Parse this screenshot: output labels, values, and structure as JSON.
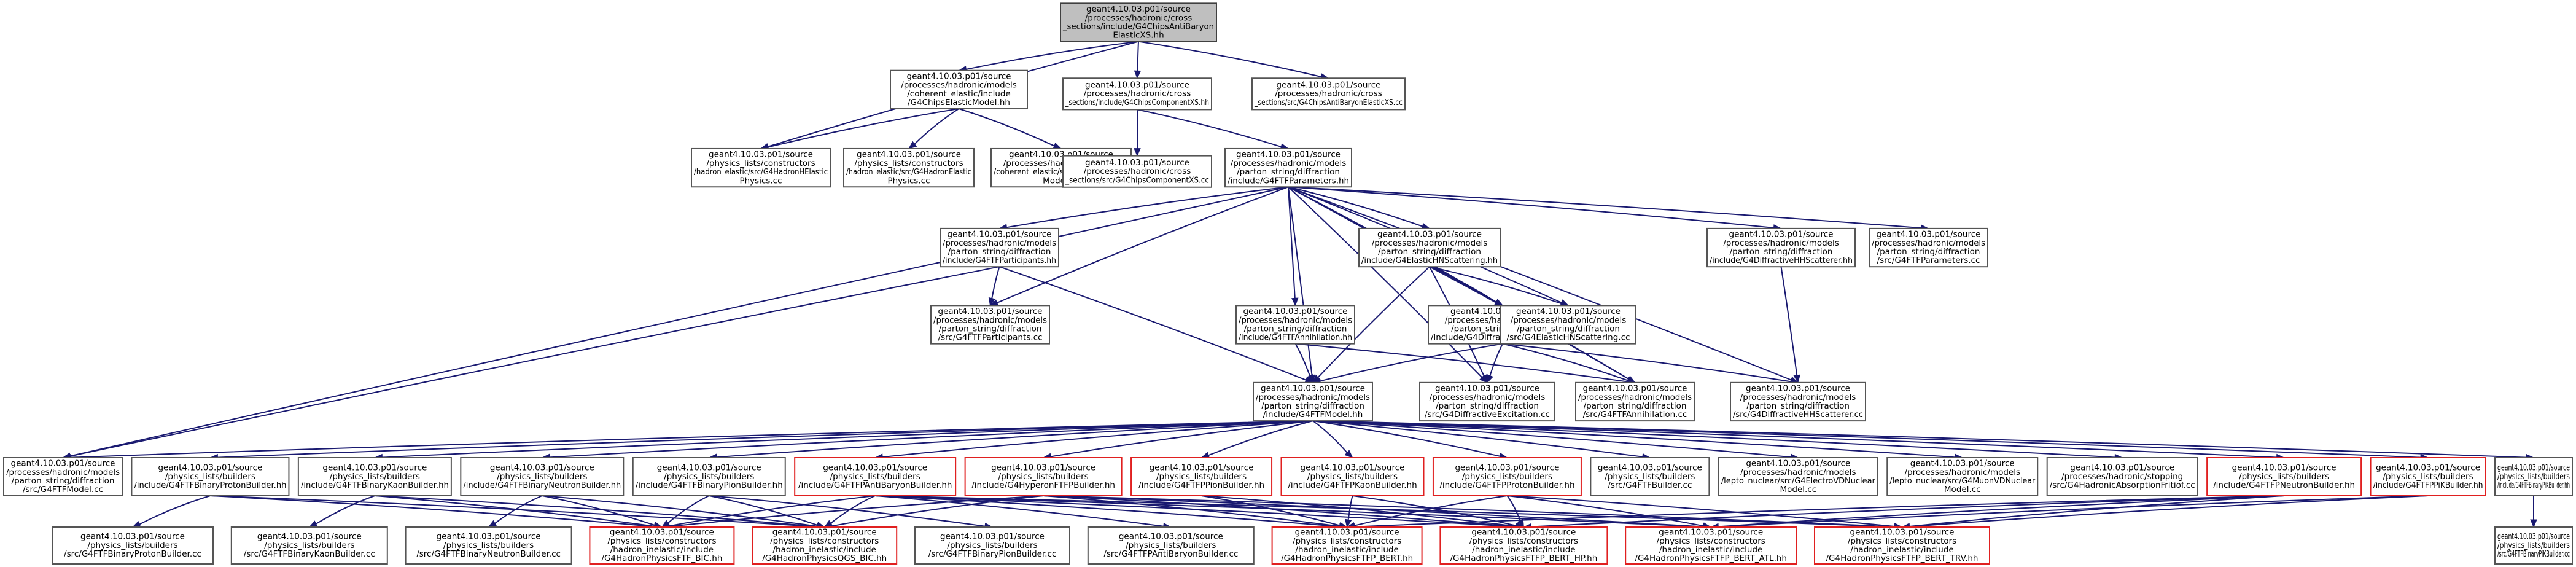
{
  "graph": {
    "nodes": [
      {
        "id": "root",
        "lines": [
          "geant4.10.03.p01/source",
          "/processes/hadronic/cross",
          "_sections/include/G4ChipsAntiBaryon",
          "ElasticXS.hh"
        ],
        "root": true
      },
      {
        "id": "chipsElasticModel_hh",
        "lines": [
          "geant4.10.03.p01/source",
          "/processes/hadronic/models",
          "/coherent_elastic/include",
          "/G4ChipsElasticModel.hh"
        ]
      },
      {
        "id": "chipsComponentXS_hh",
        "lines": [
          "geant4.10.03.p01/source",
          "/processes/hadronic/cross",
          "_sections/include/G4ChipsComponentXS.hh"
        ]
      },
      {
        "id": "chipsAntiBaryonXS_cc",
        "lines": [
          "geant4.10.03.p01/source",
          "/processes/hadronic/cross",
          "_sections/src/G4ChipsAntiBaryonElasticXS.cc"
        ]
      },
      {
        "id": "hadronHElasticPhysics_cc",
        "lines": [
          "geant4.10.03.p01/source",
          "/physics_lists/constructors",
          "/hadron_elastic/src/G4HadronHElastic",
          "Physics.cc"
        ]
      },
      {
        "id": "hadronElasticPhysics_cc",
        "lines": [
          "geant4.10.03.p01/source",
          "/physics_lists/constructors",
          "/hadron_elastic/src/G4HadronElastic",
          "Physics.cc"
        ]
      },
      {
        "id": "chipsElasticModel_cc",
        "lines": [
          "geant4.10.03.p01/source",
          "/processes/hadronic/models",
          "/coherent_elastic/src/G4ChipsElastic",
          "Model.cc"
        ]
      },
      {
        "id": "chipsComponentXS_cc",
        "lines": [
          "geant4.10.03.p01/source",
          "/processes/hadronic/cross",
          "_sections/src/G4ChipsComponentXS.cc"
        ]
      },
      {
        "id": "ftfParameters_hh",
        "lines": [
          "geant4.10.03.p01/source",
          "/processes/hadronic/models",
          "/parton_string/diffraction",
          "/include/G4FTFParameters.hh"
        ]
      },
      {
        "id": "ftfParticipants_hh",
        "lines": [
          "geant4.10.03.p01/source",
          "/processes/hadronic/models",
          "/parton_string/diffraction",
          "/include/G4FTFParticipants.hh"
        ]
      },
      {
        "id": "elasticHNScattering_hh",
        "lines": [
          "geant4.10.03.p01/source",
          "/processes/hadronic/models",
          "/parton_string/diffraction",
          "/include/G4ElasticHNScattering.hh"
        ]
      },
      {
        "id": "diffractiveHHScatterer_hh",
        "lines": [
          "geant4.10.03.p01/source",
          "/processes/hadronic/models",
          "/parton_string/diffraction",
          "/include/G4DiffractiveHHScatterer.hh"
        ]
      },
      {
        "id": "ftfParameters_cc",
        "lines": [
          "geant4.10.03.p01/source",
          "/processes/hadronic/models",
          "/parton_string/diffraction",
          "/src/G4FTFParameters.cc"
        ]
      },
      {
        "id": "ftfParticipants_cc",
        "lines": [
          "geant4.10.03.p01/source",
          "/processes/hadronic/models",
          "/parton_string/diffraction",
          "/src/G4FTFParticipants.cc"
        ]
      },
      {
        "id": "ftfAnnihilation_hh",
        "lines": [
          "geant4.10.03.p01/source",
          "/processes/hadronic/models",
          "/parton_string/diffraction",
          "/include/G4FTFAnnihilation.hh"
        ]
      },
      {
        "id": "diffractiveExcitation_hh",
        "lines": [
          "geant4.10.03.p01/source",
          "/processes/hadronic/models",
          "/parton_string/diffraction",
          "/include/G4DiffractiveExcitation.hh"
        ]
      },
      {
        "id": "elasticHNScattering_cc",
        "lines": [
          "geant4.10.03.p01/source",
          "/processes/hadronic/models",
          "/parton_string/diffraction",
          "/src/G4ElasticHNScattering.cc"
        ]
      },
      {
        "id": "ftfModel_hh",
        "lines": [
          "geant4.10.03.p01/source",
          "/processes/hadronic/models",
          "/parton_string/diffraction",
          "/include/G4FTFModel.hh"
        ]
      },
      {
        "id": "diffractiveExcitation_cc",
        "lines": [
          "geant4.10.03.p01/source",
          "/processes/hadronic/models",
          "/parton_string/diffraction",
          "/src/G4DiffractiveExcitation.cc"
        ]
      },
      {
        "id": "ftfAnnihilation_cc",
        "lines": [
          "geant4.10.03.p01/source",
          "/processes/hadronic/models",
          "/parton_string/diffraction",
          "/src/G4FTFAnnihilation.cc"
        ]
      },
      {
        "id": "diffractiveHHScatterer_cc",
        "lines": [
          "geant4.10.03.p01/source",
          "/processes/hadronic/models",
          "/parton_string/diffraction",
          "/src/G4DiffractiveHHScatterer.cc"
        ]
      },
      {
        "id": "ftfModel_cc",
        "lines": [
          "geant4.10.03.p01/source",
          "/processes/hadronic/models",
          "/parton_string/diffraction",
          "/src/G4FTFModel.cc"
        ]
      },
      {
        "id": "ftfBinaryProtonBuilder_hh",
        "lines": [
          "geant4.10.03.p01/source",
          "/physics_lists/builders",
          "/include/G4FTFBinaryProtonBuilder.hh"
        ]
      },
      {
        "id": "ftfBinaryKaonBuilder_hh",
        "lines": [
          "geant4.10.03.p01/source",
          "/physics_lists/builders",
          "/include/G4FTFBinaryKaonBuilder.hh"
        ]
      },
      {
        "id": "ftfBinaryNeutronBuilder_hh",
        "lines": [
          "geant4.10.03.p01/source",
          "/physics_lists/builders",
          "/include/G4FTFBinaryNeutronBuilder.hh"
        ]
      },
      {
        "id": "ftfBinaryPionBuilder_hh",
        "lines": [
          "geant4.10.03.p01/source",
          "/physics_lists/builders",
          "/include/G4FTFBinaryPionBuilder.hh"
        ]
      },
      {
        "id": "ftfpAntiBaryonBuilder_hh",
        "lines": [
          "geant4.10.03.p01/source",
          "/physics_lists/builders",
          "/include/G4FTFPAntiBaryonBuilder.hh"
        ],
        "red": true
      },
      {
        "id": "hyperonFTFPBuilder_hh",
        "lines": [
          "geant4.10.03.p01/source",
          "/physics_lists/builders",
          "/include/G4HyperonFTFPBuilder.hh"
        ],
        "red": true
      },
      {
        "id": "ftfpPionBuilder_hh",
        "lines": [
          "geant4.10.03.p01/source",
          "/physics_lists/builders",
          "/include/G4FTFPPionBuilder.hh"
        ],
        "red": true
      },
      {
        "id": "ftfpKaonBuilder_hh",
        "lines": [
          "geant4.10.03.p01/source",
          "/physics_lists/builders",
          "/include/G4FTFPKaonBuilder.hh"
        ],
        "red": true
      },
      {
        "id": "ftfpProtonBuilder_hh",
        "lines": [
          "geant4.10.03.p01/source",
          "/physics_lists/builders",
          "/include/G4FTFPProtonBuilder.hh"
        ],
        "red": true
      },
      {
        "id": "ftfBuilder_cc",
        "lines": [
          "geant4.10.03.p01/source",
          "/physics_lists/builders",
          "/src/G4FTFBuilder.cc"
        ]
      },
      {
        "id": "electroVDNuclearModel_cc",
        "lines": [
          "geant4.10.03.p01/source",
          "/processes/hadronic/models",
          "/lepto_nuclear/src/G4ElectroVDNuclear",
          "Model.cc"
        ]
      },
      {
        "id": "muonVDNuclearModel_cc",
        "lines": [
          "geant4.10.03.p01/source",
          "/processes/hadronic/models",
          "/lepto_nuclear/src/G4MuonVDNuclear",
          "Model.cc"
        ]
      },
      {
        "id": "hadronicAbsorptionFritiof_cc",
        "lines": [
          "geant4.10.03.p01/source",
          "/processes/hadronic/stopping",
          "/src/G4HadronicAbsorptionFritiof.cc"
        ]
      },
      {
        "id": "ftfpNeutronBuilder_hh",
        "lines": [
          "geant4.10.03.p01/source",
          "/physics_lists/builders",
          "/include/G4FTFPNeutronBuilder.hh"
        ],
        "red": true
      },
      {
        "id": "ftfpPiKBuilder_hh",
        "lines": [
          "geant4.10.03.p01/source",
          "/physics_lists/builders",
          "/include/G4FTFPPiKBuilder.hh"
        ],
        "red": true
      },
      {
        "id": "ftfBinaryPiKBuilder_hh",
        "lines": [
          "geant4.10.03.p01/source",
          "/physics_lists/builders",
          "/include/G4FTFBinaryPiKBuilder.hh"
        ]
      },
      {
        "id": "ftfBinaryProtonBuilder_cc",
        "lines": [
          "geant4.10.03.p01/source",
          "/physics_lists/builders",
          "/src/G4FTFBinaryProtonBuilder.cc"
        ]
      },
      {
        "id": "ftfBinaryKaonBuilder_cc",
        "lines": [
          "geant4.10.03.p01/source",
          "/physics_lists/builders",
          "/src/G4FTFBinaryKaonBuilder.cc"
        ]
      },
      {
        "id": "ftfBinaryNeutronBuilder_cc",
        "lines": [
          "geant4.10.03.p01/source",
          "/physics_lists/builders",
          "/src/G4FTFBinaryNeutronBuilder.cc"
        ]
      },
      {
        "id": "hadronPhysicsFTF_BIC_hh",
        "lines": [
          "geant4.10.03.p01/source",
          "/physics_lists/constructors",
          "/hadron_inelastic/include",
          "/G4HadronPhysicsFTF_BIC.hh"
        ],
        "red": true
      },
      {
        "id": "hadronPhysicsQGS_BIC_hh",
        "lines": [
          "geant4.10.03.p01/source",
          "/physics_lists/constructors",
          "/hadron_inelastic/include",
          "/G4HadronPhysicsQGS_BIC.hh"
        ],
        "red": true
      },
      {
        "id": "ftfBinaryPionBuilder_cc",
        "lines": [
          "geant4.10.03.p01/source",
          "/physics_lists/builders",
          "/src/G4FTFBinaryPionBuilder.cc"
        ]
      },
      {
        "id": "ftfpAntiBaryonBuilder_cc",
        "lines": [
          "geant4.10.03.p01/source",
          "/physics_lists/builders",
          "/src/G4FTFPAntiBaryonBuilder.cc"
        ]
      },
      {
        "id": "hadronPhysicsFTFP_BERT_hh",
        "lines": [
          "geant4.10.03.p01/source",
          "/physics_lists/constructors",
          "/hadron_inelastic/include",
          "/G4HadronPhysicsFTFP_BERT.hh"
        ],
        "red": true
      },
      {
        "id": "hadronPhysicsFTFP_BERT_HP_hh",
        "lines": [
          "geant4.10.03.p01/source",
          "/physics_lists/constructors",
          "/hadron_inelastic/include",
          "/G4HadronPhysicsFTFP_BERT_HP.hh"
        ],
        "red": true
      },
      {
        "id": "hadronPhysicsFTFP_BERT_ATL_hh",
        "lines": [
          "geant4.10.03.p01/source",
          "/physics_lists/constructors",
          "/hadron_inelastic/include",
          "/G4HadronPhysicsFTFP_BERT_ATL.hh"
        ],
        "red": true
      },
      {
        "id": "hadronPhysicsFTFP_BERT_TRV_hh",
        "lines": [
          "geant4.10.03.p01/source",
          "/physics_lists/constructors",
          "/hadron_inelastic/include",
          "/G4HadronPhysicsFTFP_BERT_TRV.hh"
        ],
        "red": true
      },
      {
        "id": "ftfBinaryPiKBuilder_cc",
        "lines": [
          "geant4.10.03.p01/source",
          "/physics_lists/builders",
          "/src/G4FTFBinaryPiKBuilder.cc"
        ]
      }
    ],
    "edges": [
      [
        "root",
        "chipsElasticModel_hh"
      ],
      [
        "root",
        "chipsComponentXS_hh"
      ],
      [
        "root",
        "chipsAntiBaryonXS_cc"
      ],
      [
        "root",
        "hadronHElasticPhysics_cc"
      ],
      [
        "chipsElasticModel_hh",
        "hadronHElasticPhysics_cc"
      ],
      [
        "chipsElasticModel_hh",
        "hadronElasticPhysics_cc"
      ],
      [
        "chipsElasticModel_hh",
        "chipsElasticModel_cc"
      ],
      [
        "chipsComponentXS_hh",
        "chipsComponentXS_cc"
      ],
      [
        "chipsComponentXS_hh",
        "ftfParameters_hh"
      ],
      [
        "ftfParameters_hh",
        "ftfParticipants_hh"
      ],
      [
        "ftfParameters_hh",
        "elasticHNScattering_hh"
      ],
      [
        "ftfParameters_hh",
        "diffractiveHHScatterer_hh"
      ],
      [
        "ftfParameters_hh",
        "ftfParameters_cc"
      ],
      [
        "ftfParameters_hh",
        "ftfParticipants_cc"
      ],
      [
        "ftfParameters_hh",
        "ftfAnnihilation_hh"
      ],
      [
        "ftfParameters_hh",
        "diffractiveExcitation_hh"
      ],
      [
        "ftfParameters_hh",
        "elasticHNScattering_cc"
      ],
      [
        "ftfParameters_hh",
        "ftfModel_hh"
      ],
      [
        "ftfParameters_hh",
        "ftfModel_cc"
      ],
      [
        "ftfParameters_hh",
        "ftfAnnihilation_cc"
      ],
      [
        "ftfParameters_hh",
        "diffractiveExcitation_cc"
      ],
      [
        "ftfParameters_hh",
        "diffractiveHHScatterer_cc"
      ],
      [
        "ftfParticipants_hh",
        "ftfParticipants_cc"
      ],
      [
        "ftfParticipants_hh",
        "ftfModel_hh"
      ],
      [
        "ftfParticipants_hh",
        "ftfModel_cc"
      ],
      [
        "elasticHNScattering_hh",
        "elasticHNScattering_cc"
      ],
      [
        "elasticHNScattering_hh",
        "diffractiveExcitation_hh"
      ],
      [
        "elasticHNScattering_hh",
        "ftfModel_hh"
      ],
      [
        "elasticHNScattering_hh",
        "ftfAnnihilation_cc"
      ],
      [
        "elasticHNScattering_hh",
        "diffractiveExcitation_cc"
      ],
      [
        "diffractiveHHScatterer_hh",
        "diffractiveHHScatterer_cc"
      ],
      [
        "ftfAnnihilation_hh",
        "ftfModel_hh"
      ],
      [
        "ftfAnnihilation_hh",
        "ftfAnnihilation_cc"
      ],
      [
        "diffractiveExcitation_hh",
        "ftfModel_hh"
      ],
      [
        "diffractiveExcitation_hh",
        "diffractiveExcitation_cc"
      ],
      [
        "diffractiveExcitation_hh",
        "ftfAnnihilation_cc"
      ],
      [
        "diffractiveExcitation_hh",
        "diffractiveHHScatterer_cc"
      ],
      [
        "ftfModel_hh",
        "ftfModel_cc"
      ],
      [
        "ftfModel_hh",
        "ftfBinaryProtonBuilder_hh"
      ],
      [
        "ftfModel_hh",
        "ftfBinaryKaonBuilder_hh"
      ],
      [
        "ftfModel_hh",
        "ftfBinaryNeutronBuilder_hh"
      ],
      [
        "ftfModel_hh",
        "ftfBinaryPionBuilder_hh"
      ],
      [
        "ftfModel_hh",
        "ftfpAntiBaryonBuilder_hh"
      ],
      [
        "ftfModel_hh",
        "hyperonFTFPBuilder_hh"
      ],
      [
        "ftfModel_hh",
        "ftfpPionBuilder_hh"
      ],
      [
        "ftfModel_hh",
        "ftfpKaonBuilder_hh"
      ],
      [
        "ftfModel_hh",
        "ftfpProtonBuilder_hh"
      ],
      [
        "ftfModel_hh",
        "ftfBuilder_cc"
      ],
      [
        "ftfModel_hh",
        "electroVDNuclearModel_cc"
      ],
      [
        "ftfModel_hh",
        "muonVDNuclearModel_cc"
      ],
      [
        "ftfModel_hh",
        "hadronicAbsorptionFritiof_cc"
      ],
      [
        "ftfModel_hh",
        "ftfpNeutronBuilder_hh"
      ],
      [
        "ftfModel_hh",
        "ftfpPiKBuilder_hh"
      ],
      [
        "ftfModel_hh",
        "ftfBinaryPiKBuilder_hh"
      ],
      [
        "ftfBinaryProtonBuilder_hh",
        "ftfBinaryProtonBuilder_cc"
      ],
      [
        "ftfBinaryProtonBuilder_hh",
        "hadronPhysicsFTF_BIC_hh"
      ],
      [
        "ftfBinaryProtonBuilder_hh",
        "hadronPhysicsQGS_BIC_hh"
      ],
      [
        "ftfBinaryKaonBuilder_hh",
        "ftfBinaryKaonBuilder_cc"
      ],
      [
        "ftfBinaryKaonBuilder_hh",
        "hadronPhysicsFTF_BIC_hh"
      ],
      [
        "ftfBinaryKaonBuilder_hh",
        "hadronPhysicsQGS_BIC_hh"
      ],
      [
        "ftfBinaryNeutronBuilder_hh",
        "ftfBinaryNeutronBuilder_cc"
      ],
      [
        "ftfBinaryNeutronBuilder_hh",
        "hadronPhysicsFTF_BIC_hh"
      ],
      [
        "ftfBinaryNeutronBuilder_hh",
        "hadronPhysicsQGS_BIC_hh"
      ],
      [
        "ftfBinaryPionBuilder_hh",
        "ftfBinaryPionBuilder_cc"
      ],
      [
        "ftfBinaryPionBuilder_hh",
        "hadronPhysicsFTF_BIC_hh"
      ],
      [
        "ftfBinaryPionBuilder_hh",
        "hadronPhysicsQGS_BIC_hh"
      ],
      [
        "ftfpAntiBaryonBuilder_hh",
        "ftfpAntiBaryonBuilder_cc"
      ],
      [
        "ftfpAntiBaryonBuilder_hh",
        "hadronPhysicsFTF_BIC_hh"
      ],
      [
        "ftfpAntiBaryonBuilder_hh",
        "hadronPhysicsQGS_BIC_hh"
      ],
      [
        "ftfpAntiBaryonBuilder_hh",
        "hadronPhysicsFTFP_BERT_hh"
      ],
      [
        "ftfpAntiBaryonBuilder_hh",
        "hadronPhysicsFTFP_BERT_HP_hh"
      ],
      [
        "ftfpAntiBaryonBuilder_hh",
        "hadronPhysicsFTFP_BERT_ATL_hh"
      ],
      [
        "ftfpAntiBaryonBuilder_hh",
        "hadronPhysicsFTFP_BERT_TRV_hh"
      ],
      [
        "hyperonFTFPBuilder_hh",
        "hadronPhysicsFTF_BIC_hh"
      ],
      [
        "hyperonFTFPBuilder_hh",
        "hadronPhysicsQGS_BIC_hh"
      ],
      [
        "hyperonFTFPBuilder_hh",
        "hadronPhysicsFTFP_BERT_hh"
      ],
      [
        "hyperonFTFPBuilder_hh",
        "hadronPhysicsFTFP_BERT_HP_hh"
      ],
      [
        "hyperonFTFPBuilder_hh",
        "hadronPhysicsFTFP_BERT_ATL_hh"
      ],
      [
        "hyperonFTFPBuilder_hh",
        "hadronPhysicsFTFP_BERT_TRV_hh"
      ],
      [
        "ftfpPionBuilder_hh",
        "hadronPhysicsFTFP_BERT_hh"
      ],
      [
        "ftfpPionBuilder_hh",
        "hadronPhysicsFTFP_BERT_HP_hh"
      ],
      [
        "ftfpKaonBuilder_hh",
        "hadronPhysicsFTFP_BERT_hh"
      ],
      [
        "ftfpKaonBuilder_hh",
        "hadronPhysicsFTFP_BERT_HP_hh"
      ],
      [
        "ftfpProtonBuilder_hh",
        "hadronPhysicsFTFP_BERT_hh"
      ],
      [
        "ftfpProtonBuilder_hh",
        "hadronPhysicsFTFP_BERT_HP_hh"
      ],
      [
        "ftfpProtonBuilder_hh",
        "hadronPhysicsFTFP_BERT_ATL_hh"
      ],
      [
        "ftfpProtonBuilder_hh",
        "hadronPhysicsFTFP_BERT_TRV_hh"
      ],
      [
        "ftfpNeutronBuilder_hh",
        "hadronPhysicsFTFP_BERT_hh"
      ],
      [
        "ftfpNeutronBuilder_hh",
        "hadronPhysicsFTFP_BERT_HP_hh"
      ],
      [
        "ftfpNeutronBuilder_hh",
        "hadronPhysicsFTFP_BERT_ATL_hh"
      ],
      [
        "ftfpNeutronBuilder_hh",
        "hadronPhysicsFTFP_BERT_TRV_hh"
      ],
      [
        "ftfpPiKBuilder_hh",
        "hadronPhysicsFTFP_BERT_ATL_hh"
      ],
      [
        "ftfpPiKBuilder_hh",
        "hadronPhysicsFTFP_BERT_TRV_hh"
      ],
      [
        "ftfBinaryPiKBuilder_hh",
        "ftfBinaryPiKBuilder_cc"
      ]
    ]
  }
}
